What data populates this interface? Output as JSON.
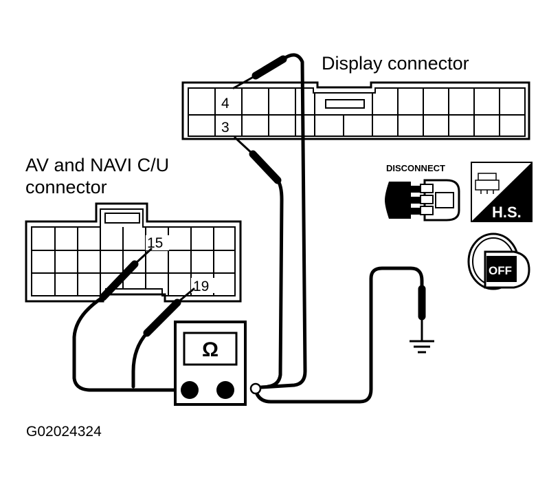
{
  "labels": {
    "display_connector": "Display connector",
    "av_navi_line1": "AV and NAVI C/U",
    "av_navi_line2": "connector",
    "pin_4": "4",
    "pin_3": "3",
    "pin_15": "15",
    "pin_19": "19",
    "disconnect": "DISCONNECT",
    "hs": "H.S.",
    "off": "OFF",
    "ohm": "Ω",
    "figure_id": "G02024324"
  },
  "icons": [
    "multimeter-icon",
    "disconnect-icon",
    "hs-icon",
    "ignition-off-icon",
    "ground-icon"
  ]
}
